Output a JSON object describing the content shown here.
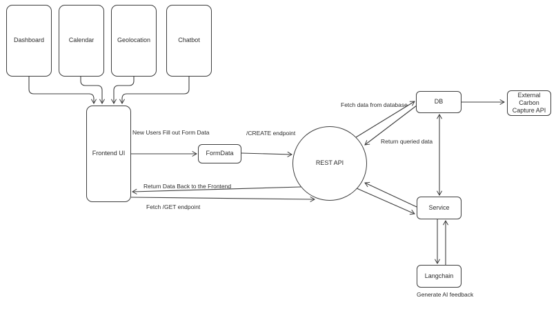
{
  "canvas": {
    "background": "#ffffff",
    "stroke_color": "#3c3c3c",
    "text_color": "#2b2b2b"
  },
  "nodes": {
    "dashboard": "Dashboard",
    "calendar": "Calendar",
    "geolocation": "Geolocation",
    "chatbot": "Chatbot",
    "frontend_ui": "Frontend UI",
    "formdata": "FormData",
    "rest_api": "REST API",
    "db": "DB",
    "external_api_line1": "External Carbon",
    "external_api_line2": "Capture API",
    "service": "Service",
    "langchain": "Langchain"
  },
  "edge_labels": {
    "new_users": "New Users Fill out Form Data",
    "create_endpoint": "/CREATE endpoint",
    "return_data": "Return Data Back to the Frontend",
    "fetch_get": "Fetch /GET endpoint",
    "fetch_db": "Fetch data from database",
    "return_queried": "Return queried data",
    "generate_ai": "Generate AI feedback"
  },
  "edges": [
    {
      "from": "dashboard",
      "to": "frontend_ui",
      "label": ""
    },
    {
      "from": "calendar",
      "to": "frontend_ui",
      "label": ""
    },
    {
      "from": "geolocation",
      "to": "frontend_ui",
      "label": ""
    },
    {
      "from": "chatbot",
      "to": "frontend_ui",
      "label": ""
    },
    {
      "from": "frontend_ui",
      "to": "formdata",
      "label": "New Users Fill out Form Data"
    },
    {
      "from": "formdata",
      "to": "rest_api",
      "label": "/CREATE endpoint"
    },
    {
      "from": "rest_api",
      "to": "frontend_ui",
      "label": "Return Data Back to the Frontend"
    },
    {
      "from": "frontend_ui",
      "to": "rest_api",
      "label": "Fetch /GET endpoint"
    },
    {
      "from": "rest_api",
      "to": "db",
      "label": "Fetch data from database"
    },
    {
      "from": "db",
      "to": "rest_api",
      "label": "Return queried data"
    },
    {
      "from": "db",
      "to": "external_api",
      "label": ""
    },
    {
      "from": "db",
      "to": "service",
      "label": "",
      "bidirectional": true
    },
    {
      "from": "rest_api",
      "to": "service",
      "label": ""
    },
    {
      "from": "service",
      "to": "rest_api",
      "label": ""
    },
    {
      "from": "service",
      "to": "langchain",
      "label": "Generate AI feedback"
    },
    {
      "from": "langchain",
      "to": "service",
      "label": ""
    }
  ]
}
